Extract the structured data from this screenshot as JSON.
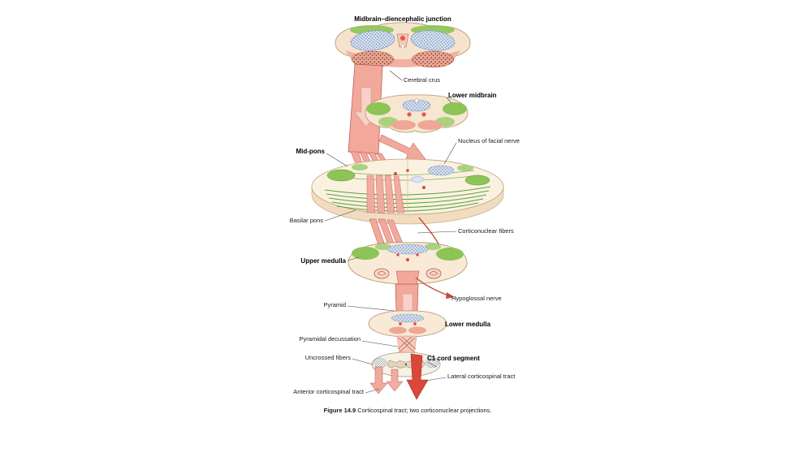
{
  "labels": {
    "midbrain_diencephalic_junction": "Midbrain–diencephalic junction",
    "cerebral_crus": "Cerebral crus",
    "lower_midbrain": "Lower midbrain",
    "mid_pons": "Mid-pons",
    "nucleus_of_facial_nerve": "Nucleus of facial nerve",
    "basilar_pons": "Basilar pons",
    "corticonuclear_fibers": "Corticonuclear fibers",
    "upper_medulla": "Upper medulla",
    "hypoglossal_nerve": "Hypoglossal nerve",
    "pyramid": "Pyramid",
    "lower_medulla": "Lower medulla",
    "pyramidal_decussation": "Pyramidal decussation",
    "uncrossed_fibers": "Uncrossed fibers",
    "c1_cord_segment": "C1 cord segment",
    "lateral_corticospinal_tract": "Lateral corticospinal tract",
    "anterior_corticospinal_tract": "Anterior corticospinal tract"
  },
  "caption": {
    "prefix": "Figure 14.9",
    "text": " Corticospinal tract; two corticonuclear projections."
  },
  "colors": {
    "tract_pink": "#f2a89b",
    "tract_outline": "#b3564a",
    "arrow_red": "#d9483b",
    "section_cream": "#f8ead6",
    "green_region": "#8cc456",
    "blue_stipple_fill": "#dbe4f1",
    "nerve_red_line": "#c24a3c"
  }
}
